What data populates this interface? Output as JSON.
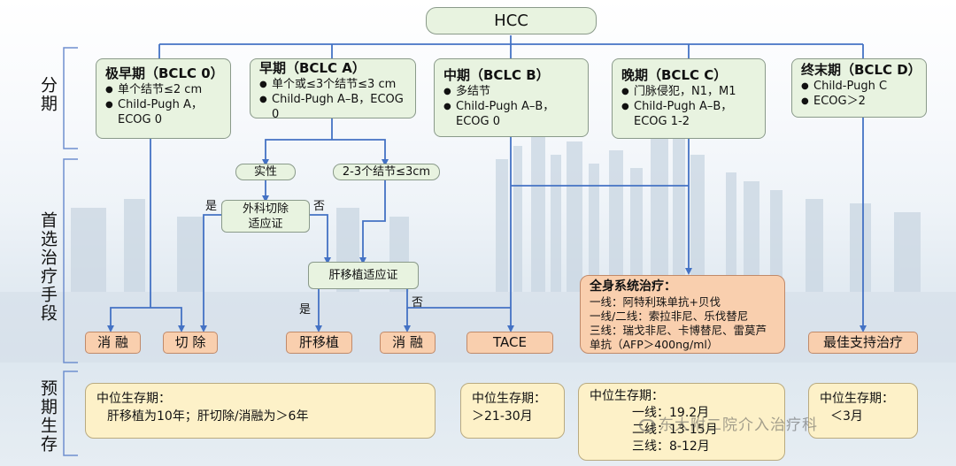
{
  "root": "HCC",
  "categories": {
    "staging": "分期",
    "first_treatment": "首选治疗手段",
    "survival": "预期生存"
  },
  "stages": [
    {
      "title": "极早期（BCLC 0）",
      "bullets": [
        "单个结节≤2 cm",
        "Child-Pugh A，ECOG 0"
      ]
    },
    {
      "title": "早期（BCLC A）",
      "bullets": [
        "单个或≤3个结节≤3 cm",
        "Child-Pugh A–B，ECOG 0"
      ]
    },
    {
      "title": "中期（BCLC B）",
      "bullets": [
        "多结节",
        "Child-Pugh A–B，ECOG 0"
      ]
    },
    {
      "title": "晚期（BCLC C）",
      "bullets": [
        "门脉侵犯，N1，M1",
        "Child-Pugh A–B，ECOG 1-2"
      ]
    },
    {
      "title": "终末期（BCLC D）",
      "bullets": [
        "Child-Pugh C",
        "ECOG＞2"
      ]
    }
  ],
  "decisions": {
    "solitary": "实性",
    "multi": "2-3个结节≤3cm",
    "resection_indication": "外科切除适应证",
    "transplant_indication": "肝移植适应证",
    "yes1": "是",
    "no1": "否",
    "yes2": "是",
    "no2": "否"
  },
  "treatments": {
    "ablation1": "消 融",
    "resection": "切 除",
    "transplant": "肝移植",
    "ablation2": "消 融",
    "tace": "TACE",
    "systemic": {
      "title": "全身系统治疗：",
      "lines": [
        "一线：阿特利珠单抗+贝伐",
        "一线/二线：索拉非尼、乐伐替尼",
        "三线：瑞戈非尼、卡博替尼、雷莫芦单抗（AFP＞400ng/ml）"
      ]
    },
    "bsc": "最佳支持治疗"
  },
  "survival": [
    {
      "title": "中位生存期：",
      "lines": [
        "肝移植为10年；肝切除/消融为＞6年"
      ]
    },
    {
      "title": "中位生存期：",
      "lines": [
        "＞21-30月"
      ]
    },
    {
      "title": "中位生存期：",
      "lines": [
        "一线：19.2月",
        "二线：13-15月",
        "三线：8-12月"
      ]
    },
    {
      "title": "中位生存期：",
      "lines": [
        "＜3月"
      ]
    }
  ],
  "watermark": "东大附二院介入治疗科",
  "colors": {
    "connector": "#4472c4",
    "stage_fill": "#e8f3e0",
    "treatment_fill": "#f9cfae",
    "survival_fill": "#fdf1c8",
    "bracket": "#6f8fcf"
  }
}
